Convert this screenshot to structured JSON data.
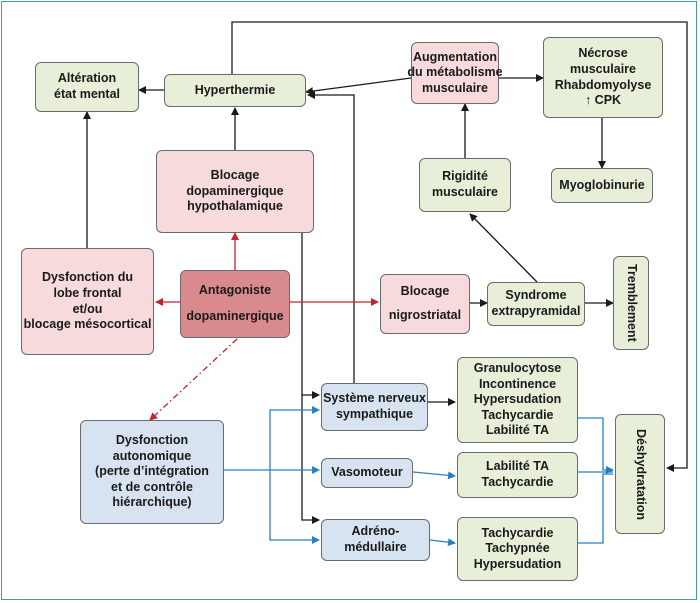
{
  "nodes": {
    "alteration": [
      "Altération",
      "état mental"
    ],
    "hyperthermie": [
      "Hyperthermie"
    ],
    "augmentation": [
      "Augmentation",
      "du métabolisme",
      "musculaire"
    ],
    "necrose": [
      "Nécrose",
      "musculaire",
      "Rhabdomyolyse",
      "↑ CPK"
    ],
    "blocage_hypo": [
      "Blocage",
      "dopaminergique",
      "hypothalamique"
    ],
    "rigidite": [
      "Rigidité",
      "musculaire"
    ],
    "myoglobinurie": [
      "Myoglobinurie"
    ],
    "dysfonction_lobe": [
      "Dysfonction du",
      "lobe frontal",
      "et/ou",
      "blocage mésocortical"
    ],
    "antagoniste": [
      "Antagoniste",
      "",
      "dopaminergique"
    ],
    "blocage_nigro": [
      "Blocage",
      "",
      "nigrostriatal"
    ],
    "syndrome": [
      "Syndrome",
      "extrapyramidal"
    ],
    "tremblement": [
      "Tremblement"
    ],
    "dysfonction_auto": [
      "Dysfonction",
      "autonomique",
      "(perte d’intégration",
      "et de contrôle",
      "hiérarchique)"
    ],
    "snc_sympathique": [
      "Système nerveux",
      "sympathique"
    ],
    "granulocytose": [
      "Granulocytose",
      "Incontinence",
      "Hypersudation",
      "Tachycardie",
      "Labilité TA"
    ],
    "vasomoteur": [
      "Vasomoteur"
    ],
    "labilite": [
      "Labilité TA",
      "Tachycardie"
    ],
    "adreno": [
      "Adréno-",
      "médullaire"
    ],
    "tachy": [
      "Tachycardie",
      "Tachypnée",
      "Hypersudation"
    ],
    "deshydratation": [
      "Déshydratation"
    ]
  },
  "colors": {
    "black": "#1a1a1a",
    "red": "#c0262d",
    "blue": "#2a7fc1"
  }
}
